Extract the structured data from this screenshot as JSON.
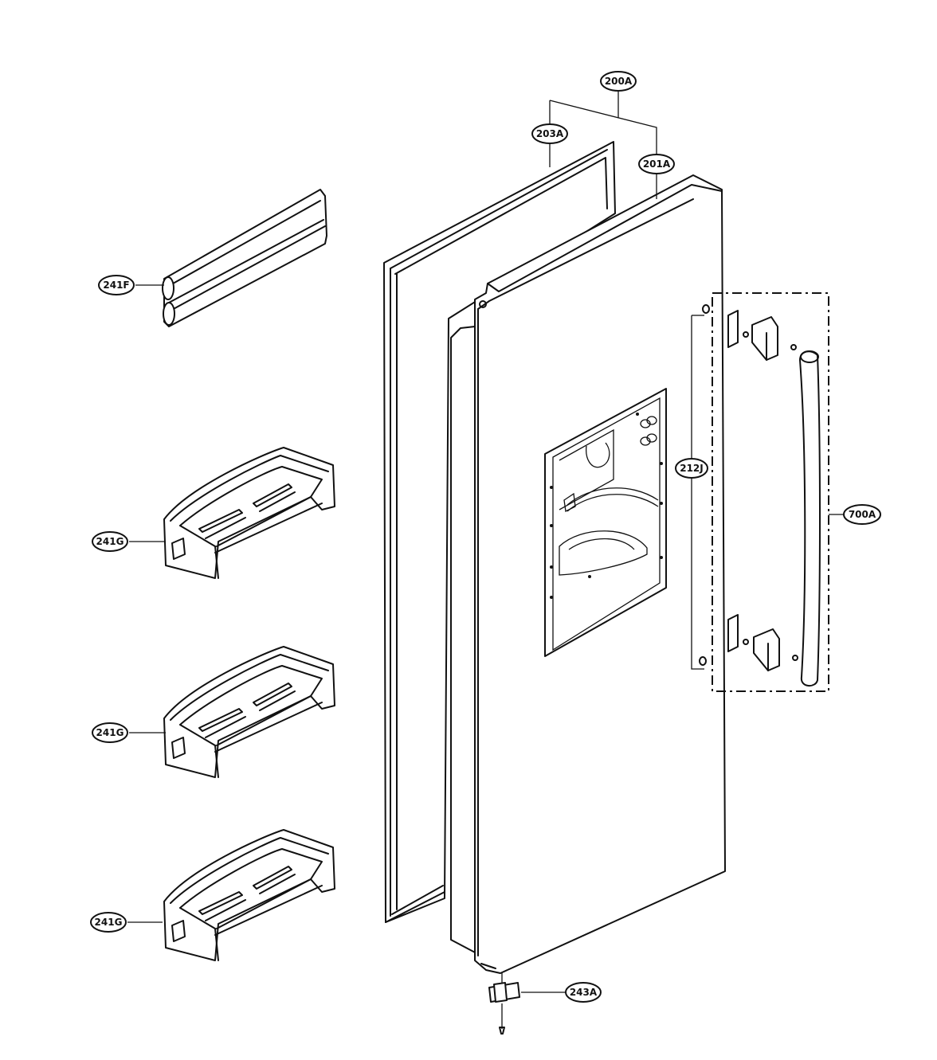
{
  "diagram": {
    "labels": {
      "door_assembly": "200A",
      "door_gasket": "203A",
      "door_foam_assembly": "201A",
      "dairy_bin": "241F",
      "door_basket_top": "241G",
      "door_basket_middle": "241G",
      "door_basket_bottom": "241G",
      "cap_hinge_screws": "212J",
      "handle_assembly": "700A",
      "lower_hinge": "243A"
    }
  }
}
